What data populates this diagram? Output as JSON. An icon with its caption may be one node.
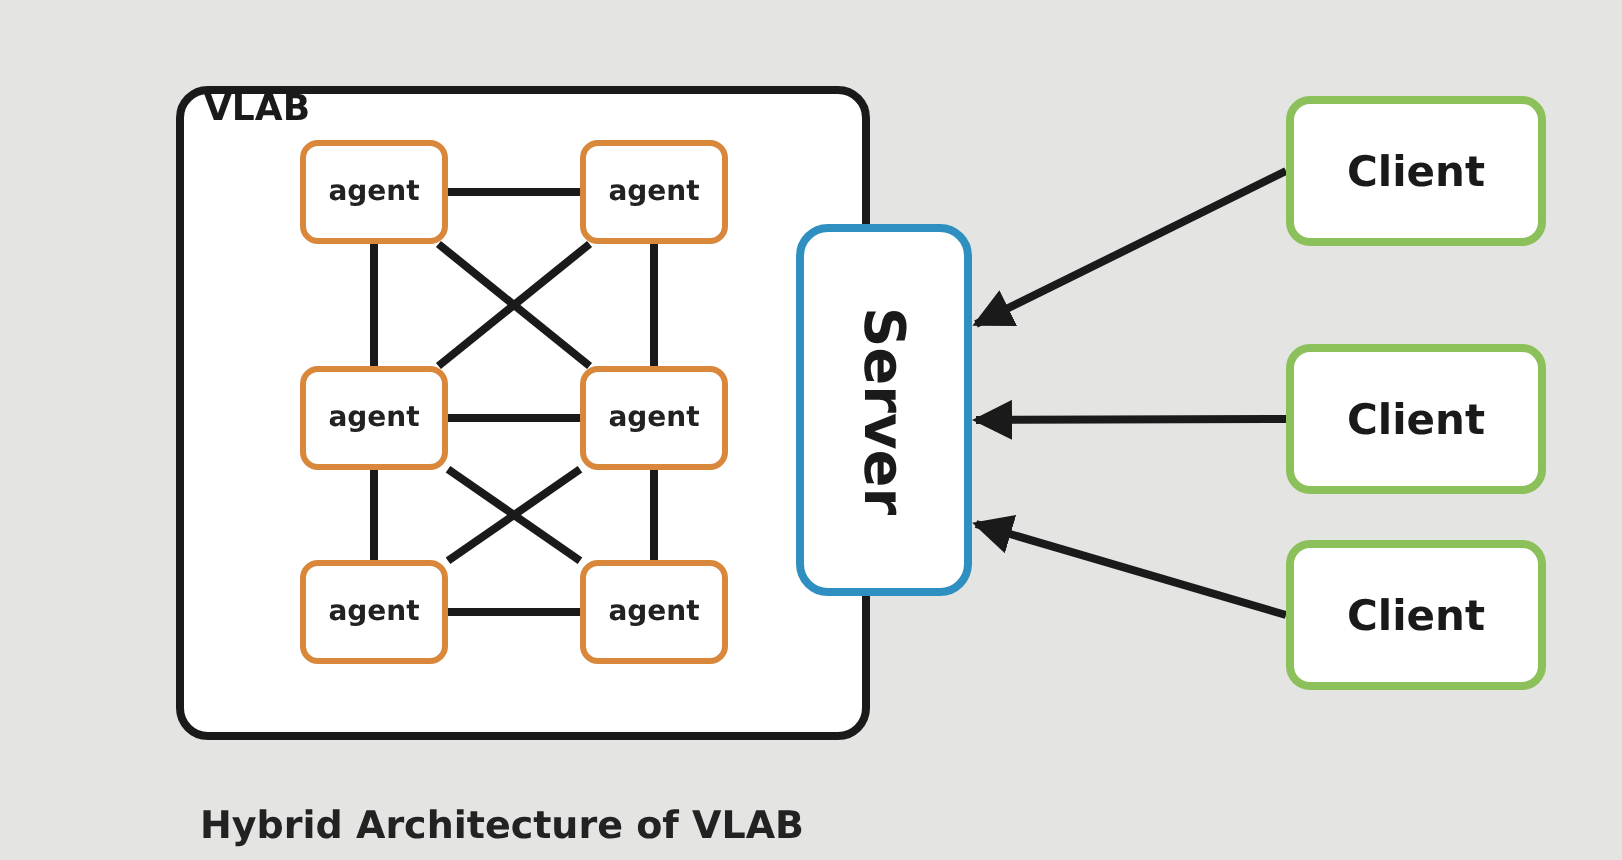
{
  "diagram": {
    "caption": "Hybrid Architecture of VLAB",
    "nodes": [
      {
        "text": [
          "VLAB"
        ]
      },
      {
        "text": [
          "agent"
        ],
        "in": 0
      },
      {
        "text": [
          "agent"
        ],
        "in": 0
      },
      {
        "text": [
          "agent"
        ],
        "in": 0
      },
      {
        "text": [
          "agent"
        ],
        "in": 0
      },
      {
        "text": [
          "agent"
        ],
        "in": 0
      },
      {
        "text": [
          "agent"
        ],
        "in": 0
      },
      {
        "text": [
          "Server"
        ]
      },
      {
        "text": [
          "Client"
        ]
      },
      {
        "text": [
          "Client"
        ]
      },
      {
        "text": [
          "Client"
        ]
      }
    ],
    "edges": [
      {
        "from": 1,
        "to": 2,
        "arrow": "none"
      },
      {
        "from": 1,
        "to": 3,
        "arrow": "none"
      },
      {
        "from": 2,
        "to": 4,
        "arrow": "none"
      },
      {
        "from": 1,
        "to": 4,
        "arrow": "none"
      },
      {
        "from": 2,
        "to": 3,
        "arrow": "none"
      },
      {
        "from": 3,
        "to": 4,
        "arrow": "none"
      },
      {
        "from": 3,
        "to": 5,
        "arrow": "none"
      },
      {
        "from": 4,
        "to": 6,
        "arrow": "none"
      },
      {
        "from": 3,
        "to": 6,
        "arrow": "none"
      },
      {
        "from": 4,
        "to": 5,
        "arrow": "none"
      },
      {
        "from": 5,
        "to": 6,
        "arrow": "none"
      },
      {
        "from": 8,
        "to": 7,
        "arrow": "to"
      },
      {
        "from": 9,
        "to": 7,
        "arrow": "to"
      },
      {
        "from": 10,
        "to": 7,
        "arrow": "to"
      }
    ]
  }
}
